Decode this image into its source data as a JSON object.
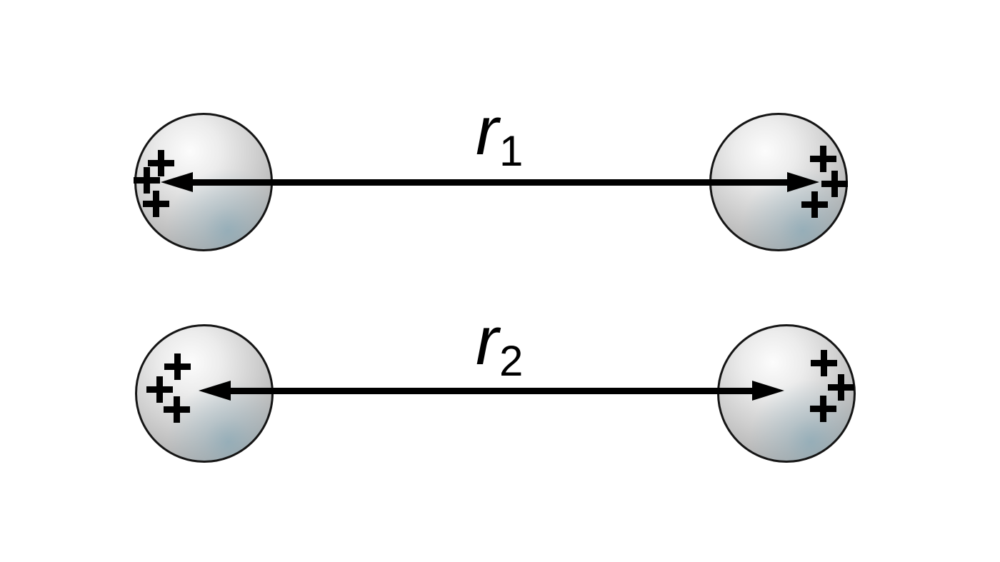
{
  "figure": {
    "type": "physics-diagram",
    "description_visible_content": "Two pairs of positively charged spheres separated by distances r1 and r2, each pair connected by a double-headed arrow",
    "background_color": "#ffffff",
    "line_color": "#000000",
    "sphere_colors": {
      "highlight": "#fcfcfc",
      "body": "#cfcfcf",
      "edge": "#9e9e9e",
      "rim_tint": "#7da5b6",
      "outline": "#151515"
    },
    "charge_symbol": "+",
    "rows": [
      {
        "label": {
          "base": "r",
          "subscript": "1"
        },
        "left_sphere": {
          "charge_sign": "+",
          "charge_count": 3
        },
        "right_sphere": {
          "charge_sign": "+",
          "charge_count": 3
        }
      },
      {
        "label": {
          "base": "r",
          "subscript": "2"
        },
        "left_sphere": {
          "charge_sign": "+",
          "charge_count": 3
        },
        "right_sphere": {
          "charge_sign": "+",
          "charge_count": 3
        }
      }
    ]
  }
}
